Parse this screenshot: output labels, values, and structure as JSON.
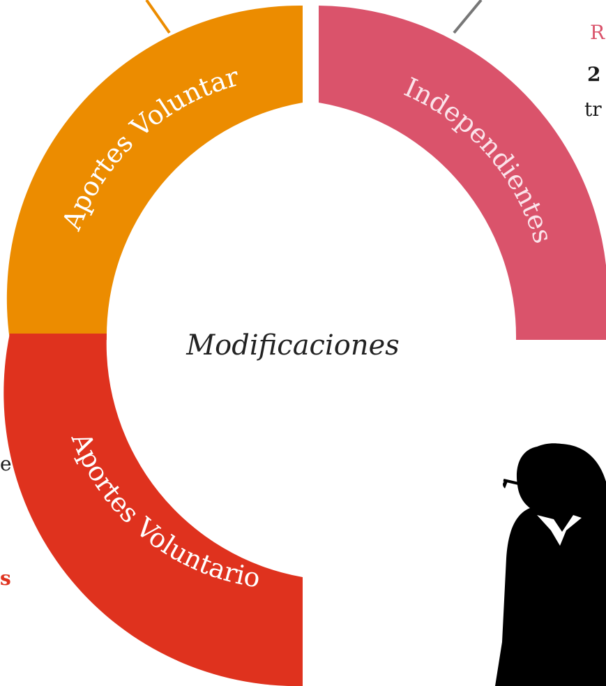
{
  "diagram": {
    "center_label": "Modificaciones",
    "segments": [
      {
        "label": "Aportes Voluntarios",
        "color": "#ec8c00"
      },
      {
        "label": "Independientes",
        "color": "#da536b"
      },
      {
        "label": "Aportes Voluntarios",
        "color": "#df321e"
      }
    ],
    "connector_colors": [
      "#ec8c00",
      "#777777"
    ]
  },
  "edge_text": {
    "top_right_1": "R",
    "top_right_2": "2",
    "top_right_3": "tr",
    "left_1": "e",
    "left_2": "s"
  },
  "colors": {
    "red_accent": "#df321e",
    "pink_accent": "#da536b",
    "silhouette": "#000000"
  }
}
